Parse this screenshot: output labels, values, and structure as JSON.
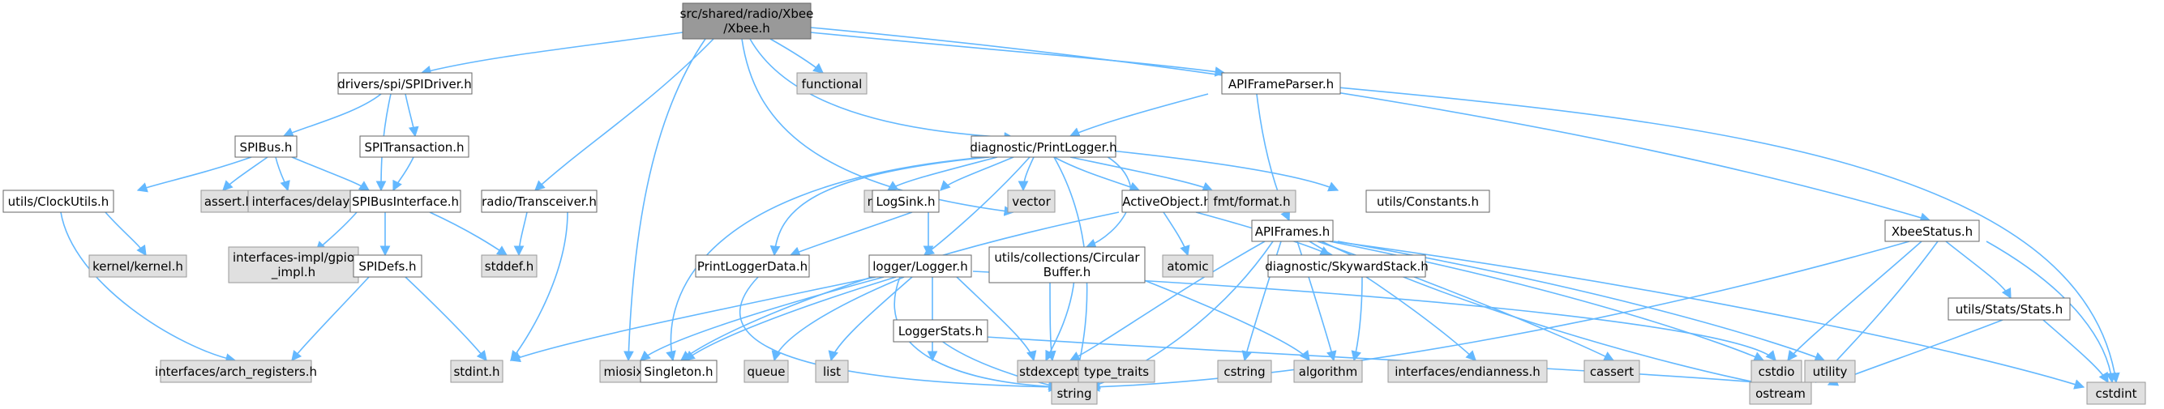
{
  "nodes": {
    "root_l1": "src/shared/radio/Xbee",
    "root_l2": "/Xbee.h",
    "spidriver": "drivers/spi/SPIDriver.h",
    "functional": "functional",
    "apiframeparser": "APIFrameParser.h",
    "printlogger": "diagnostic/PrintLogger.h",
    "spibus": "SPIBus.h",
    "spitransaction": "SPITransaction.h",
    "clockutils": "utils/ClockUtils.h",
    "assert": "assert.h",
    "delays": "interfaces/delays.h",
    "spibusinterface": "SPIBusInterface.h",
    "transceiver": "radio/Transceiver.h",
    "memory": "memory",
    "logsink": "LogSink.h",
    "vector": "vector",
    "activeobject": "ActiveObject.h",
    "fmtformat": "fmt/format.h",
    "constants": "utils/Constants.h",
    "kernel": "kernel/kernel.h",
    "gpio_l1": "interfaces-impl/gpio",
    "gpio_l2": "_impl.h",
    "stddef": "stddef.h",
    "spidefs": "SPIDefs.h",
    "printloggerdata": "PrintLoggerData.h",
    "loggerh": "logger/Logger.h",
    "circbuf_l1": "utils/collections/Circular",
    "circbuf_l2": "Buffer.h",
    "atomic": "atomic",
    "skyward": "diagnostic/SkywardStack.h",
    "apiframes": "APIFrames.h",
    "xbeestatus": "XbeeStatus.h",
    "archregs": "interfaces/arch_registers.h",
    "stdint": "stdint.h",
    "miosix": "miosix.h",
    "singleton": "Singleton.h",
    "queue": "queue",
    "list": "list",
    "loggerstats": "LoggerStats.h",
    "stdexcept": "stdexcept",
    "typetraits": "type_traits",
    "cstring": "cstring",
    "algorithm": "algorithm",
    "endianness": "interfaces/endianness.h",
    "cassert": "cassert",
    "cstdio": "cstdio",
    "utility": "utility",
    "statsh": "utils/Stats/Stats.h",
    "string": "string",
    "ostream": "ostream",
    "cstdint": "cstdint"
  },
  "colors": {
    "edge": "#63b8ff",
    "node_border": "#666666",
    "system_header_fill": "#e0e0e0",
    "root_fill": "#999999"
  }
}
